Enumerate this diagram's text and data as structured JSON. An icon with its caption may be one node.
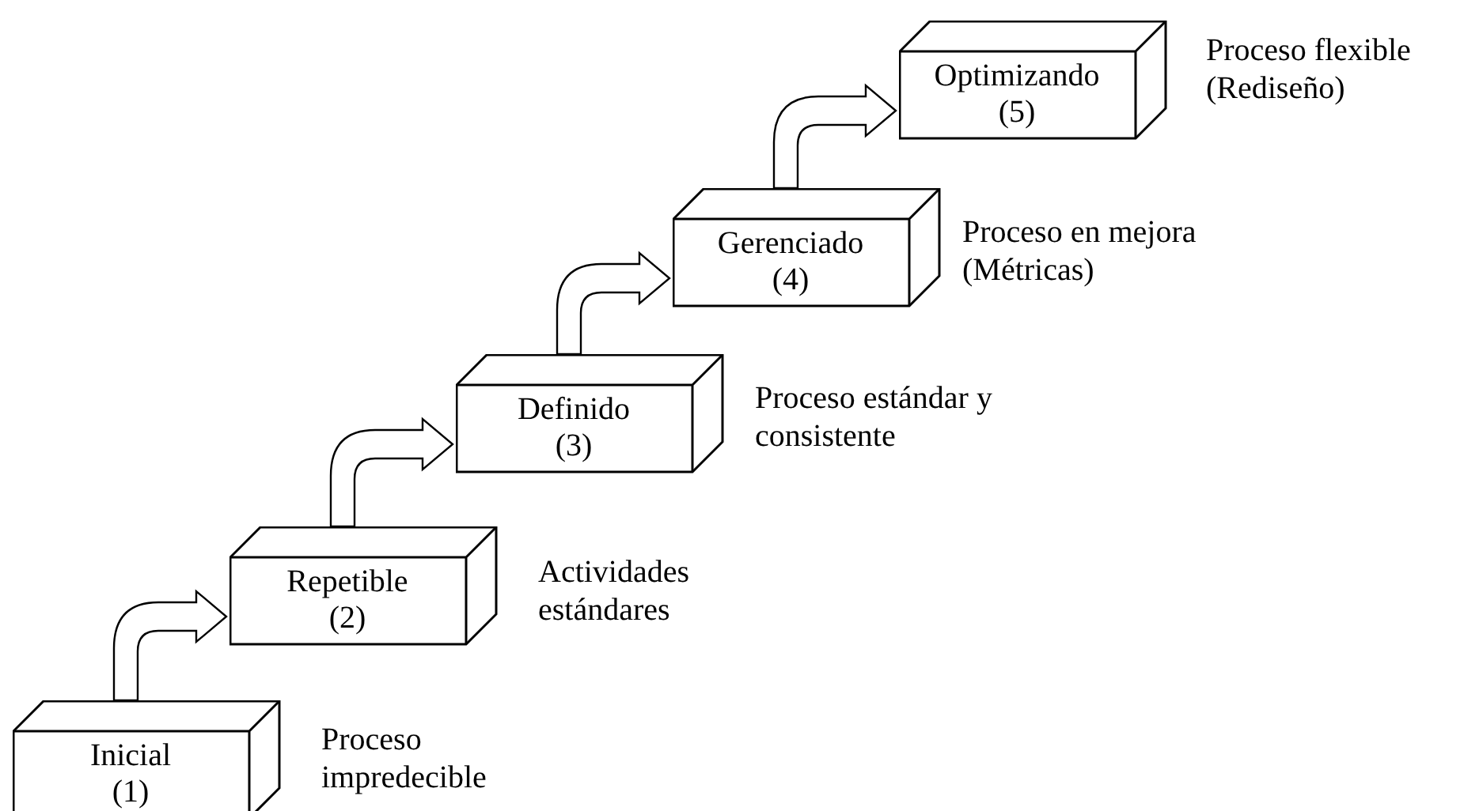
{
  "diagram": {
    "nodes": [
      {
        "text": [
          "Inicial",
          "(1)"
        ],
        "beside": [
          "Proceso impredecible"
        ]
      },
      {
        "text": [
          "Repetible",
          "(2)"
        ],
        "beside": [
          "Actividades estándares"
        ]
      },
      {
        "text": [
          "Definido",
          "(3)"
        ],
        "beside": [
          "Proceso estándar y consistente"
        ]
      },
      {
        "text": [
          "Gerenciado",
          "(4)"
        ],
        "beside": [
          "Proceso en mejora (Métricas)"
        ]
      },
      {
        "text": [
          "Optimizando",
          "(5)"
        ],
        "beside": [
          "Proceso flexible (Rediseño)"
        ]
      }
    ],
    "edges": [
      {
        "from": 0,
        "to": 1,
        "arrow": "to"
      },
      {
        "from": 1,
        "to": 2,
        "arrow": "to"
      },
      {
        "from": 2,
        "to": 3,
        "arrow": "to"
      },
      {
        "from": 3,
        "to": 4,
        "arrow": "to"
      }
    ]
  }
}
